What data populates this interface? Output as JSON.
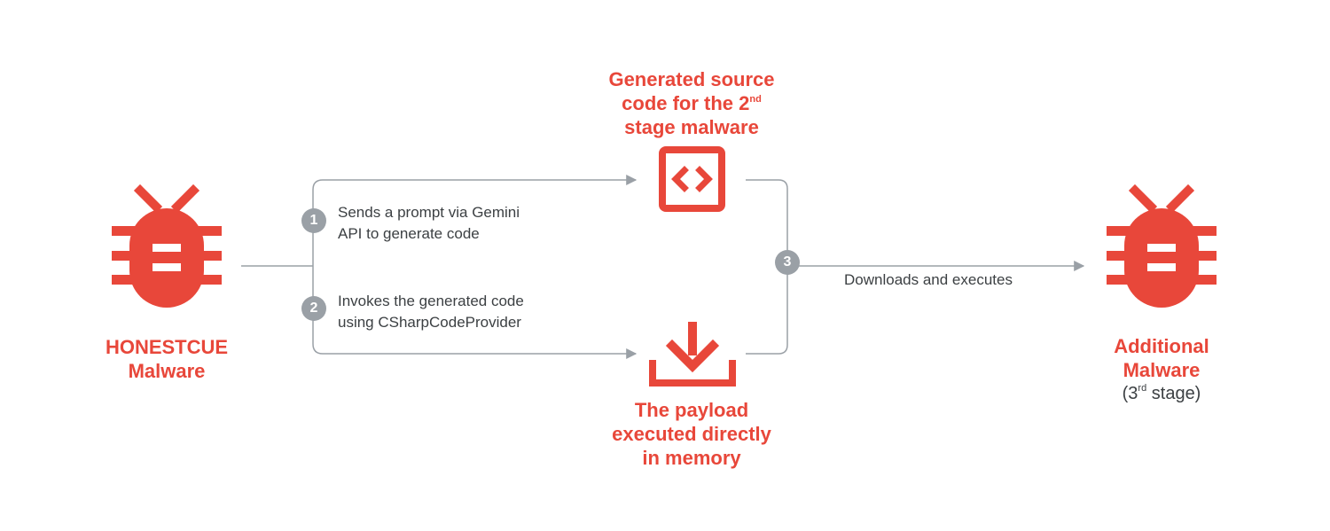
{
  "colors": {
    "accent": "#e8473a",
    "line": "#9aa0a6",
    "text": "#3c4043"
  },
  "nodes": {
    "honestcue": {
      "line1": "HONESTCUE",
      "line2": "Malware",
      "icon": "bug-icon"
    },
    "source_code": {
      "line1": "Generated source",
      "line2a": "code for the 2",
      "line2_sup": "nd",
      "line3": "stage malware",
      "icon": "code-brackets-icon"
    },
    "payload": {
      "line1": "The payload",
      "line2": "executed directly",
      "line3": "in memory",
      "icon": "download-icon"
    },
    "additional": {
      "line1": "Additional",
      "line2": "Malware",
      "line3_open": "(3",
      "line3_sup": "rd",
      "line3_close": " stage)",
      "icon": "bug-icon"
    }
  },
  "steps": [
    {
      "number": "1",
      "line1": "Sends a prompt via Gemini",
      "line2": "API to generate code"
    },
    {
      "number": "2",
      "line1": "Invokes the generated code",
      "line2": "using CSharpCodeProvider"
    },
    {
      "number": "3",
      "label": "Downloads and executes"
    }
  ]
}
